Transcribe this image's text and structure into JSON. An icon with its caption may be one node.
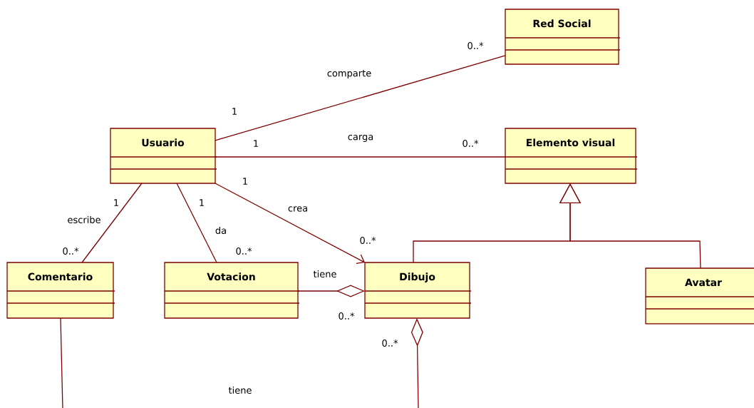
{
  "diagram": {
    "nodes": [
      {
        "text": [
          "Red Social"
        ]
      },
      {
        "text": [
          "Usuario"
        ]
      },
      {
        "text": [
          "Elemento visual"
        ]
      },
      {
        "text": [
          "Comentario"
        ]
      },
      {
        "text": [
          "Votacion"
        ]
      },
      {
        "text": [
          "Dibujo"
        ]
      },
      {
        "text": [
          "Avatar"
        ]
      }
    ],
    "edges": [
      {
        "from": 1,
        "to": 0,
        "arrow": "none",
        "label": "comparte"
      },
      {
        "from": 1,
        "to": 2,
        "arrow": "none",
        "label": "carga"
      },
      {
        "from": 1,
        "to": 5,
        "arrow": "to",
        "label": "crea"
      },
      {
        "from": 1,
        "to": 3,
        "arrow": "none",
        "label": "escribe"
      },
      {
        "from": 1,
        "to": 4,
        "arrow": "none",
        "label": "da"
      },
      {
        "from": 4,
        "to": 5,
        "arrow": "other",
        "label": "tiene"
      },
      {
        "from": 5,
        "to": 2,
        "arrow": "to"
      },
      {
        "from": 6,
        "to": 2,
        "arrow": "to"
      },
      {
        "from": 3,
        "to": 5,
        "arrow": "other",
        "label": "tiene"
      }
    ],
    "labels": [
      "0..*",
      "1",
      "1",
      "0..*",
      "1",
      "1",
      "1",
      "0..*",
      "0..*",
      "0..*",
      "0..*",
      "0..*"
    ]
  }
}
